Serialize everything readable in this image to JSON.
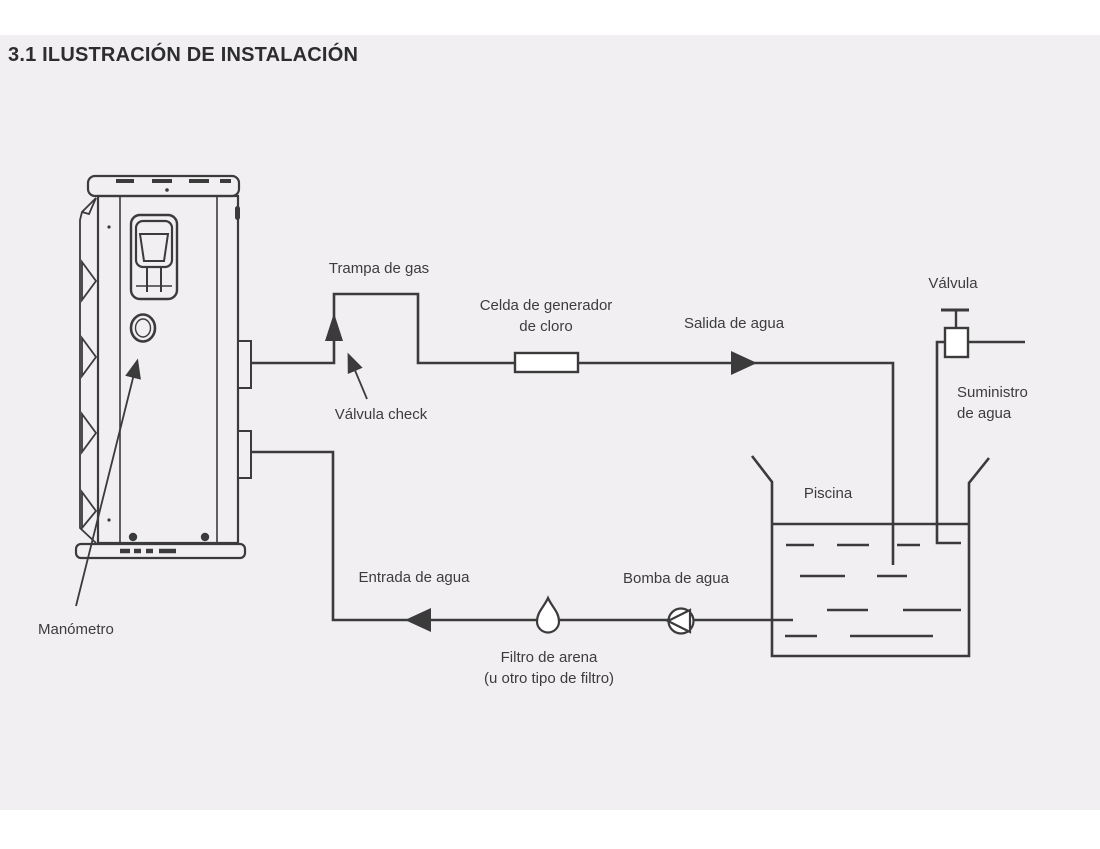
{
  "page": {
    "background": "#ffffff",
    "panel_background": "#f1eff2",
    "line_color": "#3b3b3b",
    "text_color": "#3c3c3e"
  },
  "header": {
    "title": "3.1 ILUSTRACIÓN DE INSTALACIÓN"
  },
  "diagram": {
    "labels": {
      "gas_trap": "Trampa de gas",
      "check_valve": "Válvula check",
      "chlorine_cell_line1": "Celda de generador",
      "chlorine_cell_line2": "de cloro",
      "water_outlet": "Salida de agua",
      "valve": "Válvula",
      "water_supply_line1": "Suministro",
      "water_supply_line2": "de agua",
      "pool": "Piscina",
      "water_inlet": "Entrada de agua",
      "water_pump": "Bomba de agua",
      "sand_filter_line1": "Filtro de arena",
      "sand_filter_line2": "(u otro tipo de filtro)",
      "pressure_gauge": "Manómetro"
    },
    "icons": {
      "check_valve_icon": "solid-up-arrow",
      "flow_right_icon": "solid-right-arrow",
      "flow_left_icon": "solid-left-arrow",
      "pump_icon": "circle-with-left-triangle",
      "filter_icon": "teardrop",
      "valve_icon": "t-handle-box",
      "pressure_gauge_icon": "double-circle-dial"
    }
  }
}
